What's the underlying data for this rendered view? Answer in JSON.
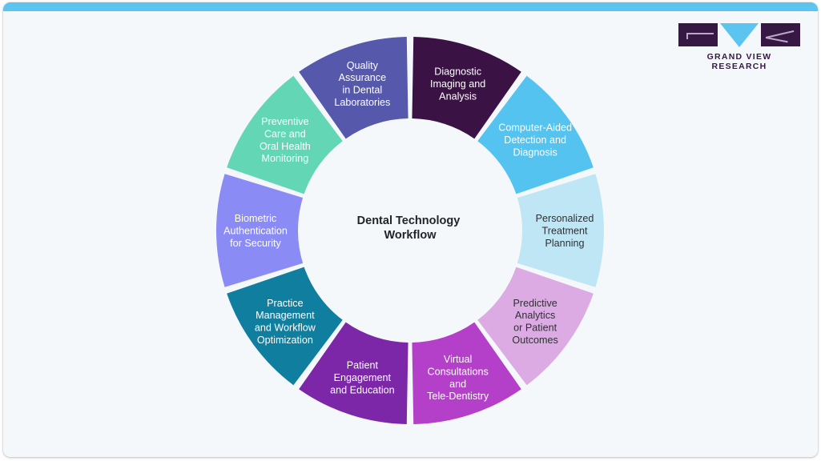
{
  "canvas": {
    "background": "#f4f8fb",
    "accent_bar_color": "#5bc5ef"
  },
  "logo": {
    "name": "grand-view-research-logo",
    "text": "GRAND VIEW RESEARCH",
    "mark_color": "#371845",
    "triangle_color": "#5bc5ef"
  },
  "center": {
    "title_line1": "Dental Technology",
    "title_line2": "Workflow"
  },
  "chart_data": {
    "type": "pie",
    "title": "Dental Technology Workflow",
    "legend": "none",
    "hole_ratio": 0.58,
    "segments": [
      {
        "label": "Diagnostic Imaging and Analysis",
        "lines": [
          "Diagnostic",
          "Imaging and",
          "Analysis"
        ],
        "value": 10,
        "color": "#3a1244",
        "text_color": "light"
      },
      {
        "label": "Computer-Aided Detection and Diagnosis",
        "lines": [
          "Computer-Aided",
          "Detection and",
          "Diagnosis"
        ],
        "value": 10,
        "color": "#54c3ef",
        "text_color": "light"
      },
      {
        "label": "Personalized Treatment Planning",
        "lines": [
          "Personalized",
          "Treatment",
          "Planning"
        ],
        "value": 10,
        "color": "#bfe6f5",
        "text_color": "dark"
      },
      {
        "label": "Predictive Analytics or Patient Outcomes",
        "lines": [
          "Predictive",
          "Analytics",
          "or Patient",
          "Outcomes"
        ],
        "value": 10,
        "color": "#dcabe4",
        "text_color": "dark"
      },
      {
        "label": "Virtual Consultations and Tele-Dentistry",
        "lines": [
          "Virtual",
          "Consultations",
          "and",
          "Tele-Dentistry"
        ],
        "value": 10,
        "color": "#b council",
        "text_color": "light"
      },
      {
        "label": "Patient Engagement and Education",
        "lines": [
          "Patient",
          "Engagement",
          "and Education"
        ],
        "value": 10,
        "color": "#7b27a8",
        "text_color": "light"
      },
      {
        "label": "Practice Management and Workflow Optimization",
        "lines": [
          "Practice",
          "Management",
          "and Workflow",
          "Optimization"
        ],
        "value": 10,
        "color": "#0f7e9f",
        "text_color": "light"
      },
      {
        "label": "Biometric Authentication for Security",
        "lines": [
          "Biometric",
          "Authentication",
          "for Security"
        ],
        "value": 10,
        "color": "#8b8bf5",
        "text_color": "light"
      },
      {
        "label": "Preventive Care and Oral Health Monitoring",
        "lines": [
          "Preventive",
          "Care and",
          "Oral Health",
          "Monitoring"
        ],
        "value": 10,
        "color": "#63d6b6",
        "text_color": "light"
      },
      {
        "label": "Quality Assurance in Dental Laboratories",
        "lines": [
          "Quality",
          "Assurance",
          "in Dental",
          "Laboratories"
        ],
        "value": 10,
        "color": "#5658ab",
        "text_color": "light"
      }
    ]
  }
}
